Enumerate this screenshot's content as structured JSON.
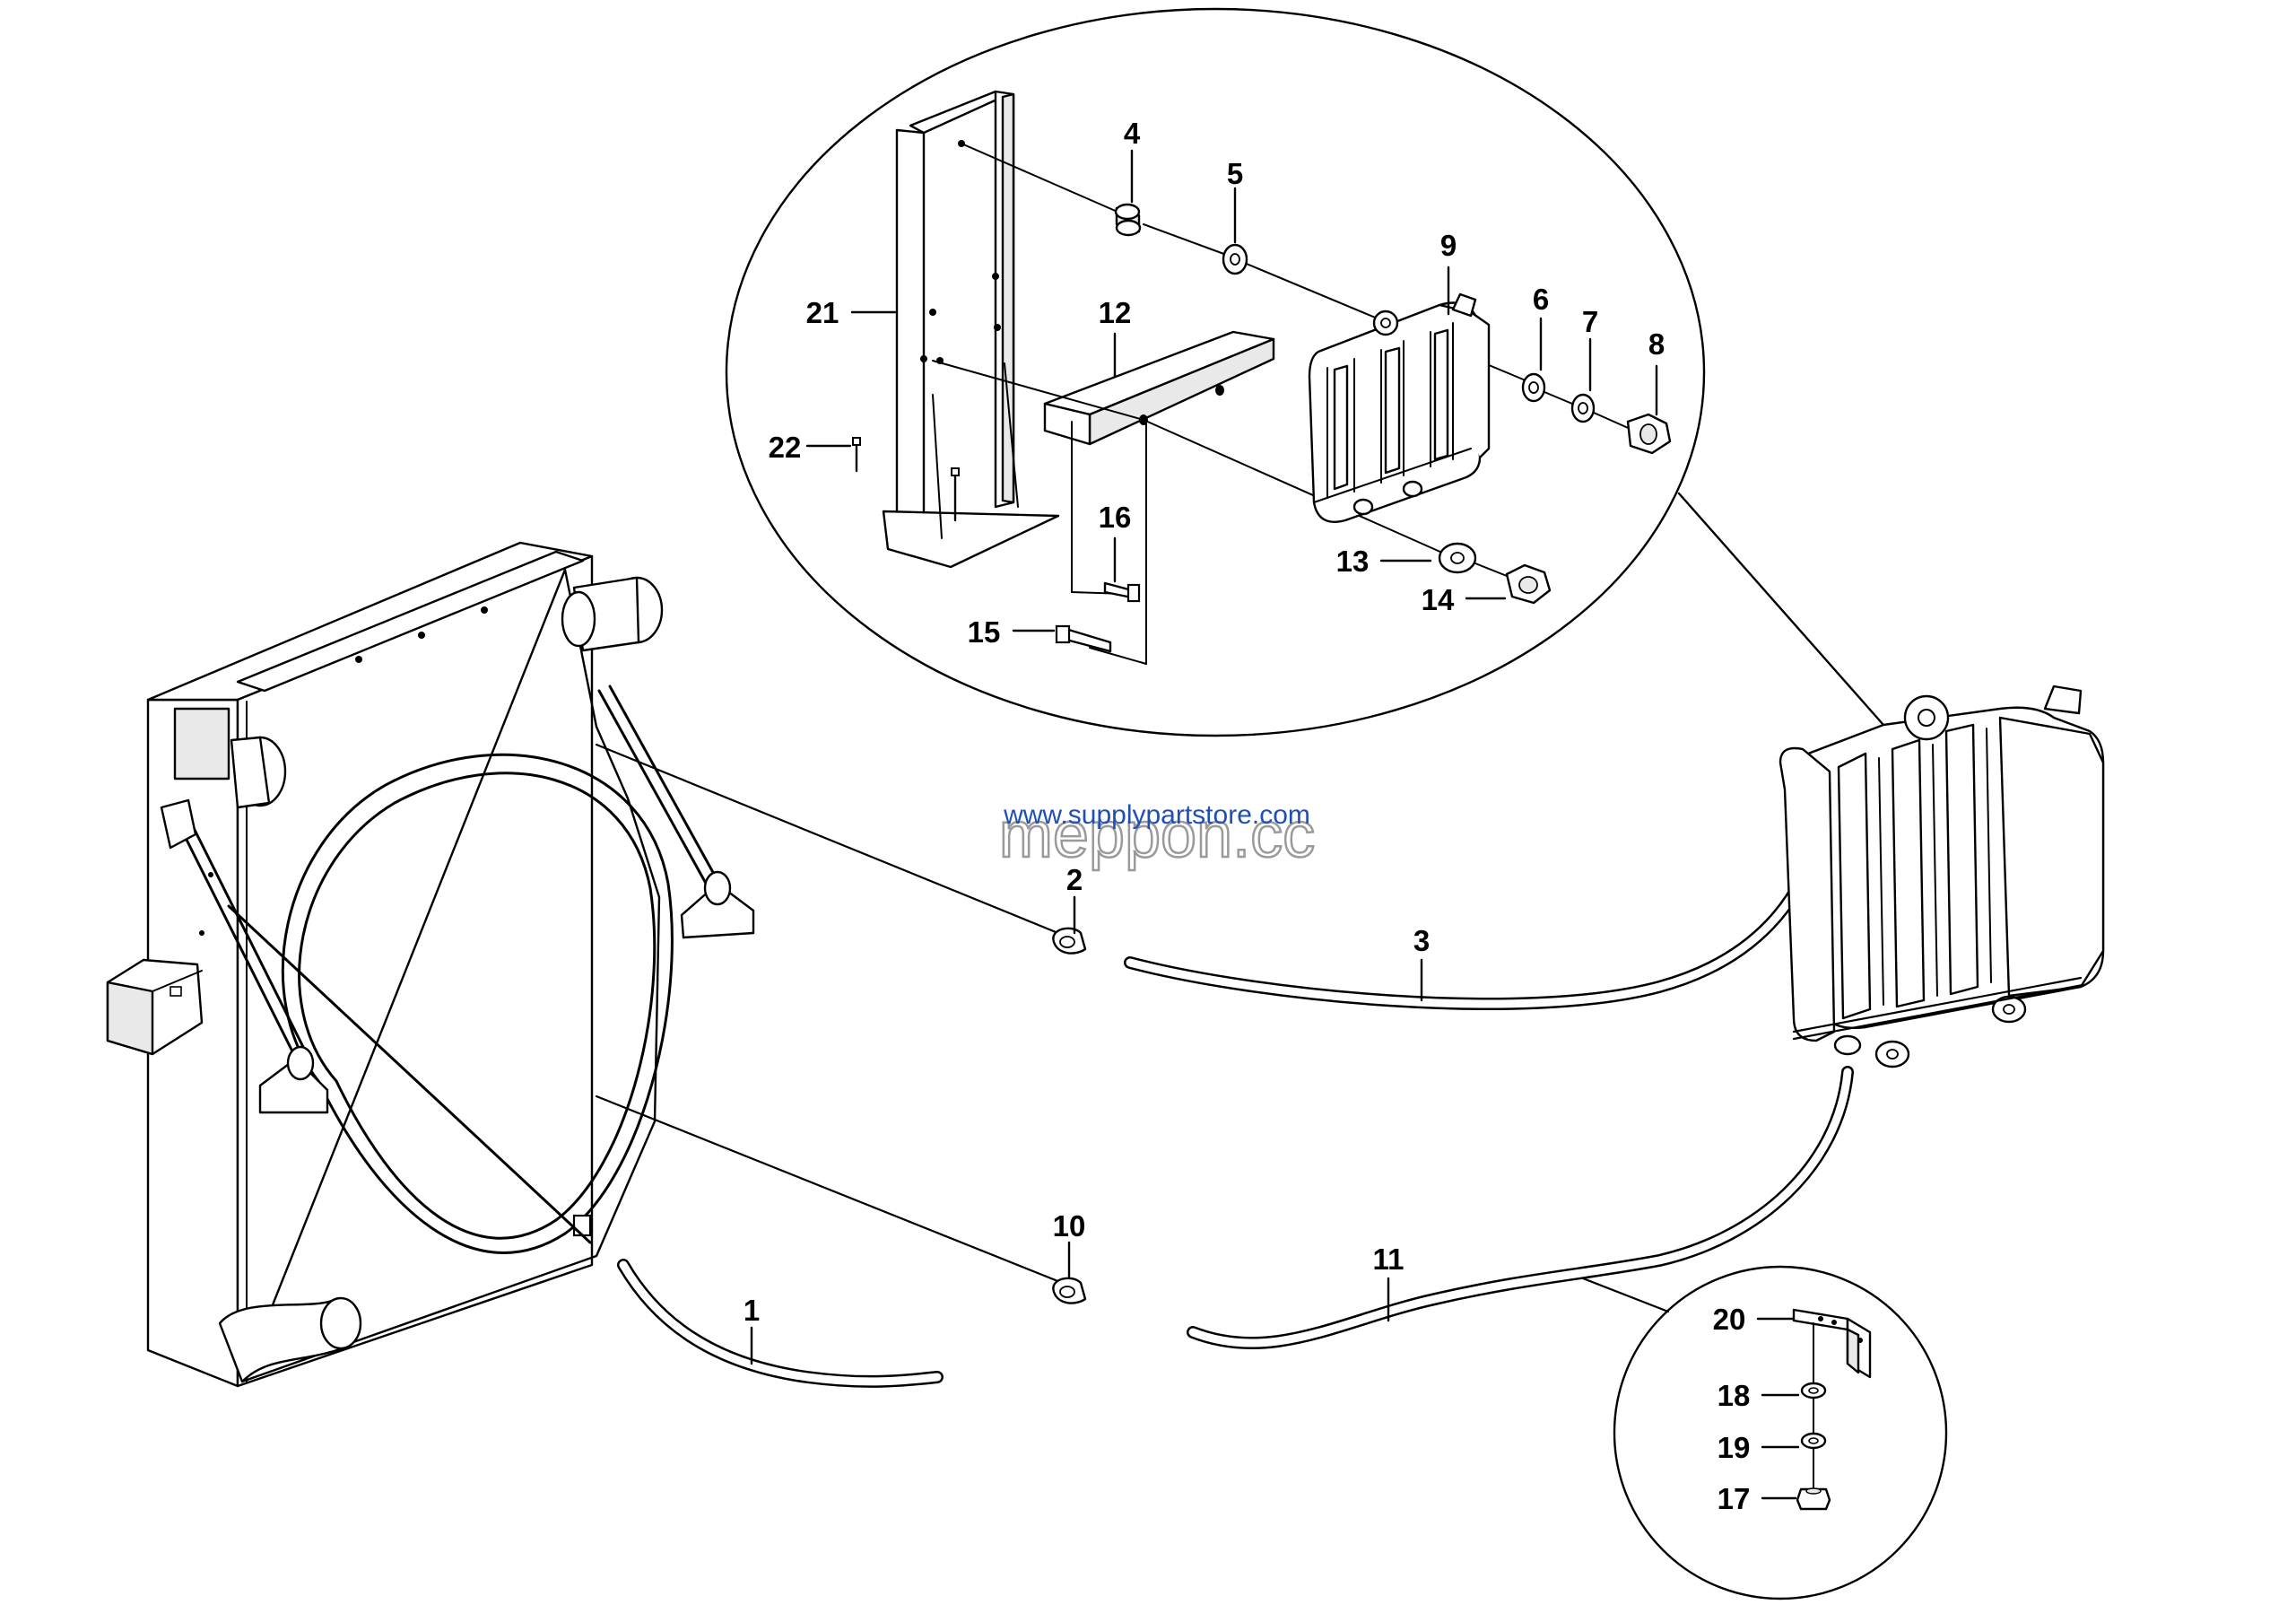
{
  "watermarks": {
    "primary": "meppon.cc",
    "secondary": "www.supplypartstore.com",
    "primary_color": "#9a9a9a",
    "secondary_color": "#1f4fb5"
  },
  "callouts": [
    {
      "id": "1",
      "label": "1"
    },
    {
      "id": "2",
      "label": "2"
    },
    {
      "id": "3",
      "label": "3"
    },
    {
      "id": "4",
      "label": "4"
    },
    {
      "id": "5",
      "label": "5"
    },
    {
      "id": "6",
      "label": "6"
    },
    {
      "id": "7",
      "label": "7"
    },
    {
      "id": "8",
      "label": "8"
    },
    {
      "id": "9",
      "label": "9"
    },
    {
      "id": "10",
      "label": "10"
    },
    {
      "id": "11",
      "label": "11"
    },
    {
      "id": "12",
      "label": "12"
    },
    {
      "id": "13",
      "label": "13"
    },
    {
      "id": "14",
      "label": "14"
    },
    {
      "id": "15",
      "label": "15"
    },
    {
      "id": "16",
      "label": "16"
    },
    {
      "id": "17",
      "label": "17"
    },
    {
      "id": "18",
      "label": "18"
    },
    {
      "id": "19",
      "label": "19"
    },
    {
      "id": "20",
      "label": "20"
    },
    {
      "id": "21",
      "label": "21"
    },
    {
      "id": "22",
      "label": "22"
    }
  ]
}
